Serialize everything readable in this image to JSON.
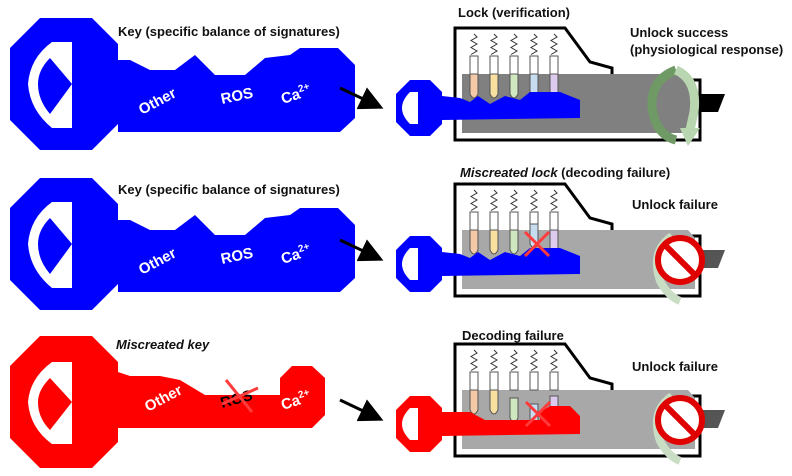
{
  "rows": [
    {
      "key_label": "Key (specific balance of signatures)",
      "key_label_italic": "",
      "key_signals": [
        "Other",
        "ROS",
        "Ca2+"
      ],
      "key_color": "#0000ff",
      "lock_label_italic": "",
      "lock_label": "Lock (verification)",
      "result_line1": "Unlock success",
      "result_line2": "(physiological response)",
      "result_icon": "rotation-arrow-icon",
      "arrow_color": "#9fc79a"
    },
    {
      "key_label": "Key (specific balance of signatures)",
      "key_label_italic": "",
      "key_signals": [
        "Other",
        "ROS",
        "Ca2+"
      ],
      "key_color": "#0000ff",
      "lock_label_italic": "Miscreated lock",
      "lock_label": " (decoding failure)",
      "result_line1": "Unlock failure",
      "result_line2": "",
      "result_icon": "prohibited-icon"
    },
    {
      "key_label": "",
      "key_label_italic": "Miscreated key",
      "key_signals": [
        "Other",
        "ROS",
        "Ca2+"
      ],
      "key_color": "#ff0000",
      "lock_label_italic": "",
      "lock_label": "Decoding failure",
      "result_line1": "Unlock failure",
      "result_line2": "",
      "result_icon": "prohibited-icon"
    }
  ],
  "pin_colors": [
    "#f4c9a8",
    "#f7e0a0",
    "#cfe8c0",
    "#c8dcf0",
    "#dccbef"
  ],
  "colors": {
    "valid_key": "#0000ff",
    "miscreated_key": "#ff0000",
    "lock_body": "#808080",
    "cross": "#ff3b3b"
  }
}
